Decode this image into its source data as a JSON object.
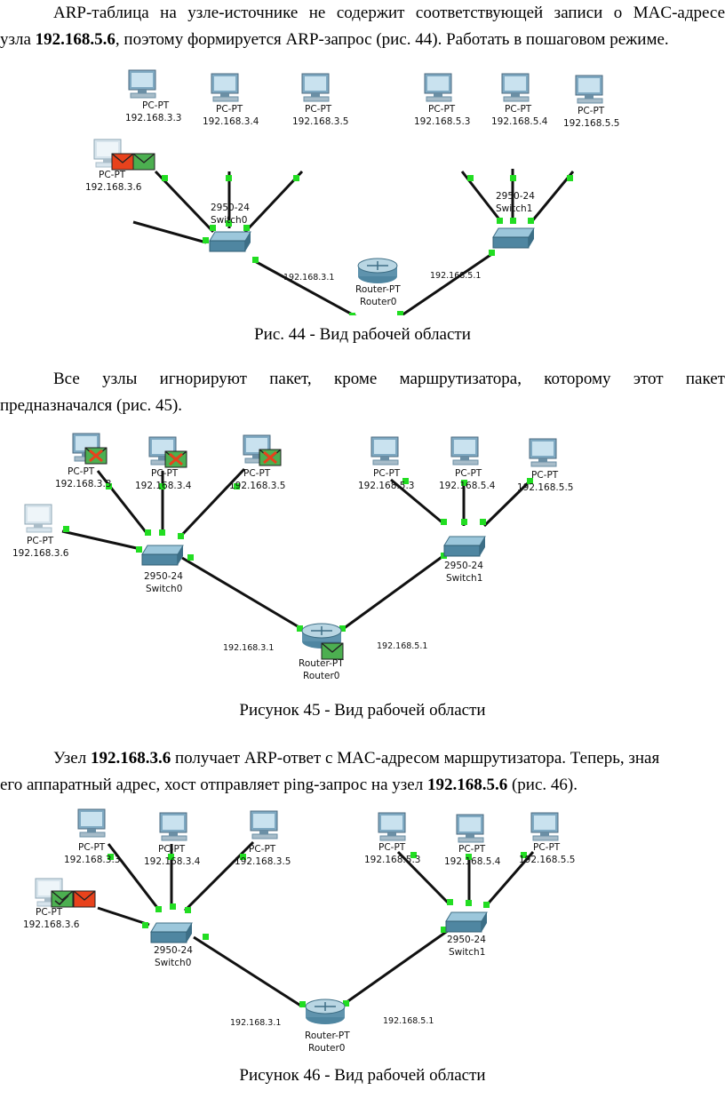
{
  "para1": {
    "line1": "ARP-таблица на узле-источнике не содержит соответствующей записи о MAC-адресе",
    "line2_a": "узла ",
    "line2_b": "192.168.5.6",
    "line2_c": ", поэтому формируется ARP-запрос (рис. 44). Работать в пошаговом режиме."
  },
  "para2": {
    "line1": "Все узлы игнорируют пакет, кроме маршрутизатора, которому этот пакет",
    "line2": "предназначался (рис. 45)."
  },
  "para3": {
    "line1_a": "Узел ",
    "line1_b": "192.168.3.6",
    "line1_c": " получает ARP-ответ с MAC-адресом маршрутизатора. Теперь, зная",
    "line2_a": "его аппаратный адрес, хост отправляет ping-запрос на узел ",
    "line2_b": "192.168.5.6",
    "line2_c": " (рис. 46)."
  },
  "captions": {
    "fig44": "Рис. 44 - Вид рабочей области",
    "fig45": "Рисунок 45 - Вид рабочей области",
    "fig46": "Рисунок 46 - Вид рабочей области"
  },
  "topology": {
    "pc_type": "PC-PT",
    "switch_model": "2950-24",
    "switch0": "Switch0",
    "switch1": "Switch1",
    "router_type": "Router-PT",
    "router_name": "Router0",
    "left_ips": [
      "192.168.3.3",
      "192.168.3.4",
      "192.168.3.5",
      "192.168.3.6"
    ],
    "right_ips": [
      "192.168.5.3",
      "192.168.5.4",
      "192.168.5.5"
    ],
    "router_left_ip": "192.168.3.1",
    "router_right_ip": "192.168.5.1"
  },
  "colors": {
    "link": "#111111",
    "port": "#22dd22",
    "pdu_green": "#4caf50",
    "pdu_red": "#e8421c",
    "device": "#5f8ea8"
  }
}
